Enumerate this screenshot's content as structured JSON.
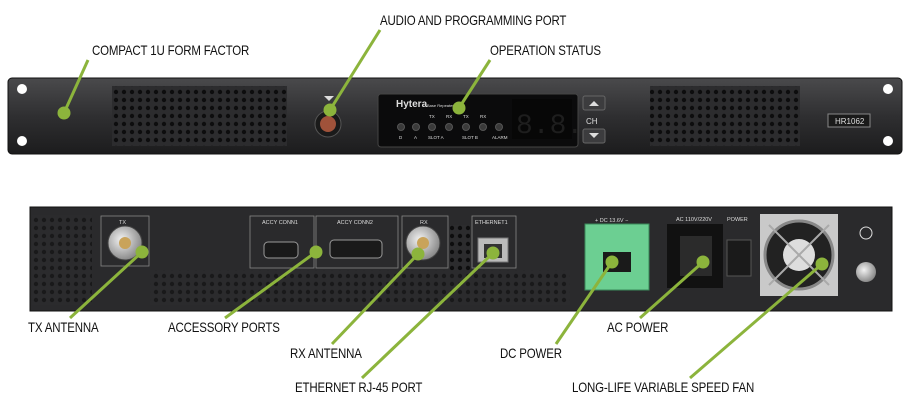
{
  "callouts": {
    "form_factor": "COMPACT 1U FORM FACTOR",
    "audio_port": "AUDIO AND PROGRAMMING PORT",
    "operation_status": "OPERATION STATUS",
    "tx_antenna": "TX ANTENNA",
    "accessory_ports": "ACCESSORY PORTS",
    "rx_antenna": "RX ANTENNA",
    "ethernet": "ETHERNET RJ-45 PORT",
    "dc_power": "DC POWER",
    "ac_power": "AC POWER",
    "fan": "LONG-LIFE VARIABLE SPEED FAN"
  },
  "front": {
    "brand": "Hytera",
    "subtitle": "Base Repeater",
    "led_tx1": "TX",
    "led_rx1": "RX",
    "led_tx2": "TX",
    "led_rx2": "RX",
    "led_d": "D",
    "led_a": "A",
    "slot_a": "SLOT A",
    "slot_b": "SLOT B",
    "alarm": "ALARM",
    "display": "8.8.",
    "ch": "CH",
    "model": "HR1062"
  },
  "rear": {
    "tx": "TX",
    "accy1": "ACCY CONN1",
    "accy2": "ACCY CONN2",
    "rx": "RX",
    "ethernet": "ETHERNET1",
    "dc": "+  DC 13.6V  −",
    "ac": "AC  110V/220V",
    "power": "POWER"
  },
  "colors": {
    "accent": "#8cb43c",
    "chassis": "#2a2a2c",
    "terminal": "#5fc98a"
  }
}
